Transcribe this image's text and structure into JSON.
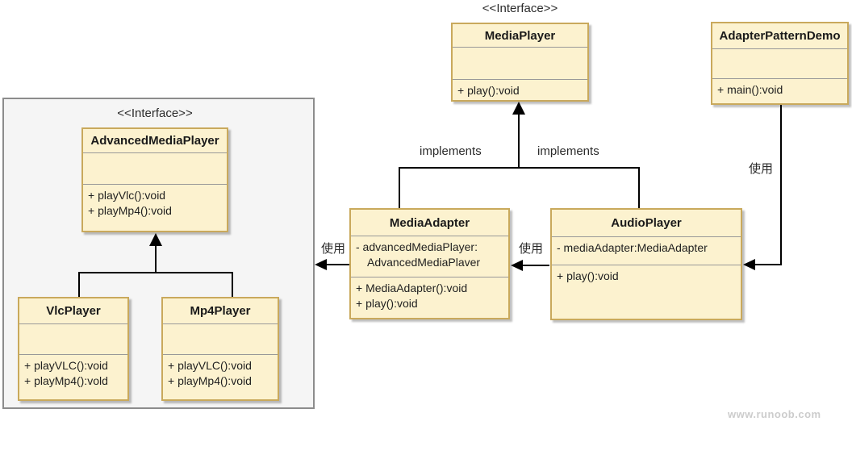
{
  "diagram": {
    "stereotypes": {
      "media_player": "<<Interface>>",
      "advanced_media_player": "<<Interface>>"
    },
    "classes": {
      "media_player": {
        "title": "MediaPlayer",
        "attributes": [],
        "methods": [
          "+ play():void"
        ]
      },
      "adapter_pattern_demo": {
        "title": "AdapterPatternDemo",
        "attributes": [],
        "methods": [
          "+ main():void"
        ]
      },
      "advanced_media_player": {
        "title": "AdvancedMediaPlayer",
        "attributes": [],
        "methods": [
          "+ playVlc():void",
          "+ playMp4():void"
        ]
      },
      "vlc_player": {
        "title": "VlcPlayer",
        "attributes": [],
        "methods": [
          "+ playVLC():void",
          "+ playMp4():vold"
        ]
      },
      "mp4_player": {
        "title": "Mp4Player",
        "attributes": [],
        "methods": [
          "+ playVLC():void",
          "+ playMp4():void"
        ]
      },
      "media_adapter": {
        "title": "MediaAdapter",
        "attributes": [
          "- advancedMediaPlayer:",
          "AdvancedMediaPlaver"
        ],
        "methods": [
          "+ MediaAdapter():void",
          "+ play():void"
        ]
      },
      "audio_player": {
        "title": "AudioPlayer",
        "attributes": [
          "- mediaAdapter:MediaAdapter"
        ],
        "methods": [
          "+ play():void"
        ]
      }
    },
    "edge_labels": {
      "implements_left": "implements",
      "implements_right": "implements",
      "use_left": "使用",
      "use_middle": "使用",
      "use_right": "使用"
    },
    "watermark": "www.runoob.com",
    "colors": {
      "box_fill": "#fcf2cf",
      "box_stroke": "#c9a95c",
      "divider": "#999999",
      "panel_fill": "#f5f5f5",
      "panel_stroke": "#8c8c8c",
      "connector": "#000000",
      "watermark": "#cccccc"
    }
  }
}
